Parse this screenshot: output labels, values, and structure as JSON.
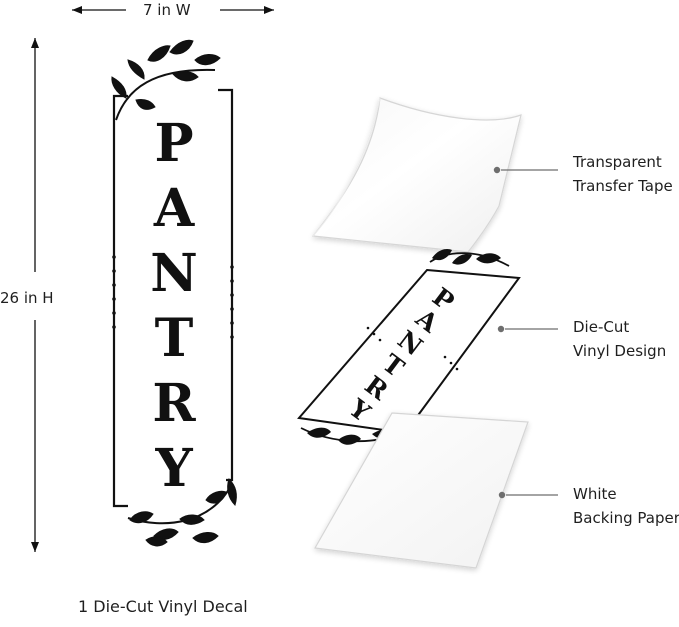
{
  "dimensions": {
    "width_label": "7 in W",
    "height_label": "26 in H"
  },
  "decal": {
    "word": "PANTRY",
    "letters": [
      "P",
      "A",
      "N",
      "T",
      "R",
      "Y"
    ]
  },
  "layers": {
    "transfer_tape": [
      "Transparent",
      "Transfer Tape"
    ],
    "vinyl_design": [
      "Die-Cut",
      "Vinyl Design"
    ],
    "backing_paper": [
      "White",
      "Backing Paper"
    ]
  },
  "caption": "1 Die-Cut Vinyl Decal",
  "colors": {
    "ink": "#111111",
    "paper": "#ffffff",
    "outline": "#cfcfcf",
    "leader": "#6e6e6e"
  }
}
